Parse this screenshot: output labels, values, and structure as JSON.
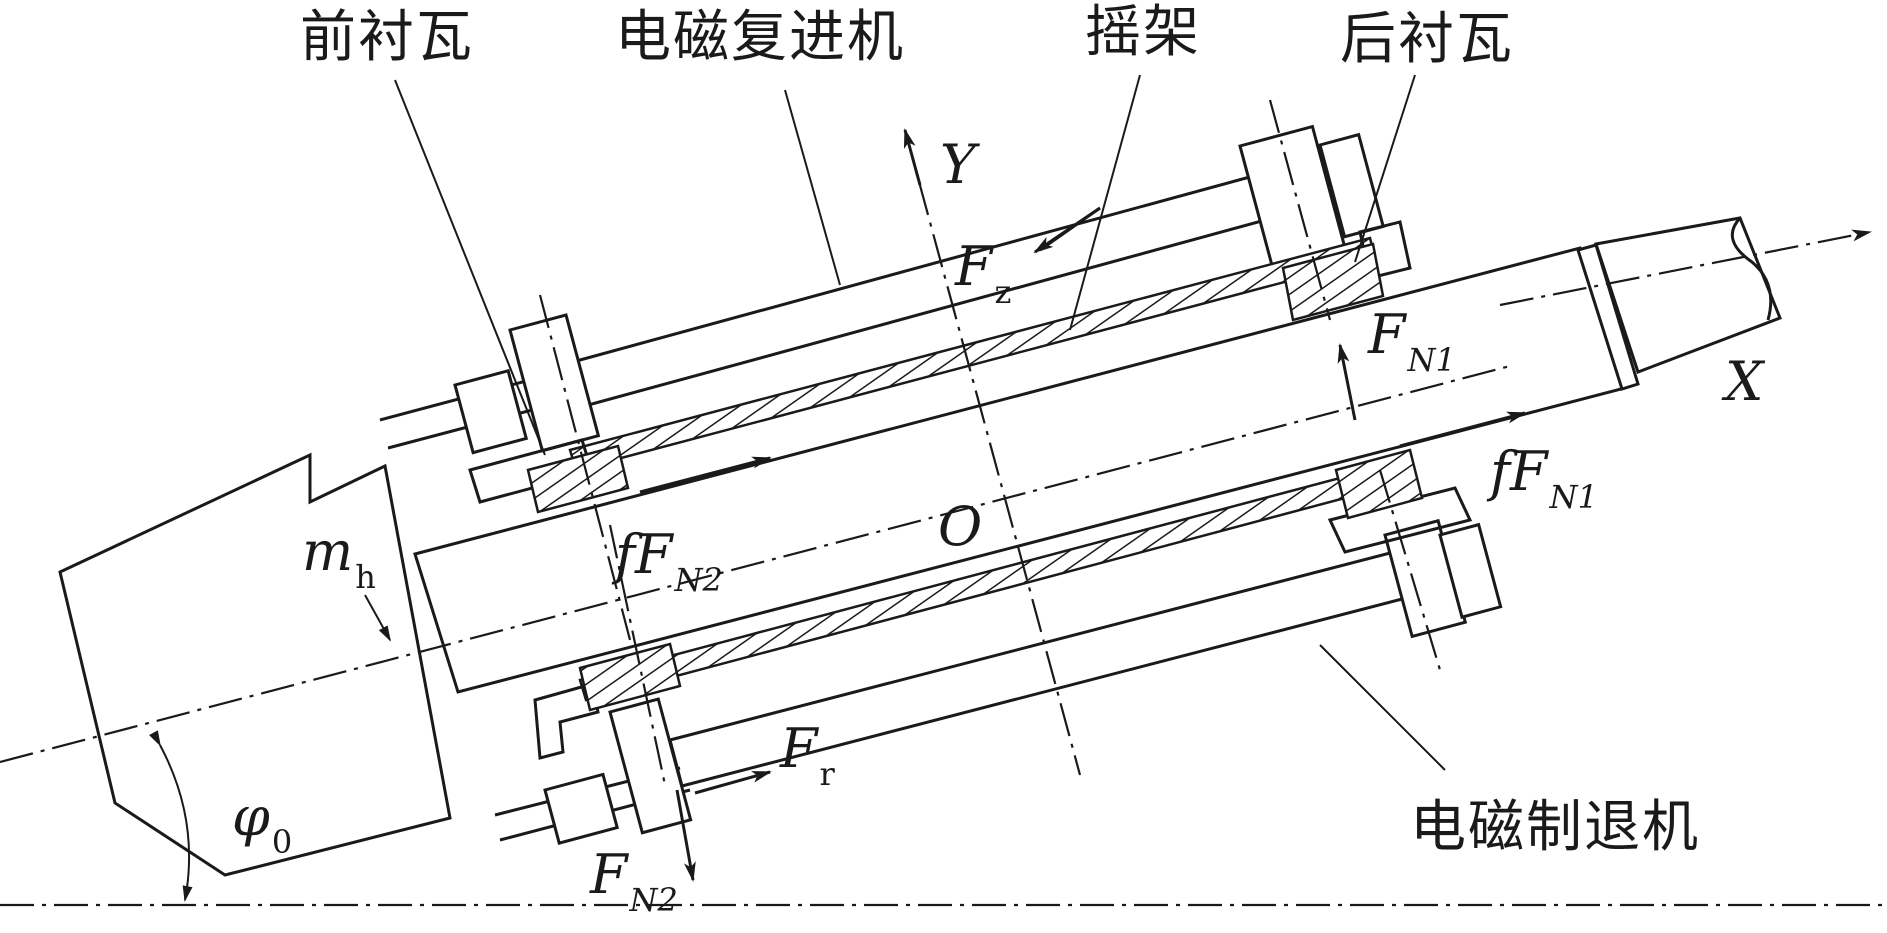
{
  "labels": {
    "front_liner": "前衬瓦",
    "em_recoil_advancer": "电磁复进机",
    "cradle": "摇架",
    "rear_liner": "后衬瓦",
    "em_recoil_brake": "电磁制退机",
    "axis_x": "X",
    "axis_y": "Y",
    "origin": "O",
    "mass_symbol": "m",
    "mass_sub": "h",
    "angle_symbol": "φ",
    "angle_sub": "0"
  },
  "forces": {
    "fz": {
      "main": "F",
      "sub": "z"
    },
    "fr": {
      "main": "F",
      "sub": "r"
    },
    "fn1": {
      "main": "F",
      "sub": "N1"
    },
    "fn2": {
      "main": "F",
      "sub": "N2"
    },
    "ffn1": {
      "prefix": "f",
      "main": "F",
      "sub": "N1"
    },
    "ffn2": {
      "prefix": "f",
      "main": "F",
      "sub": "N2"
    }
  },
  "colors": {
    "ink": "#1a1a1a",
    "background": "#ffffff"
  }
}
